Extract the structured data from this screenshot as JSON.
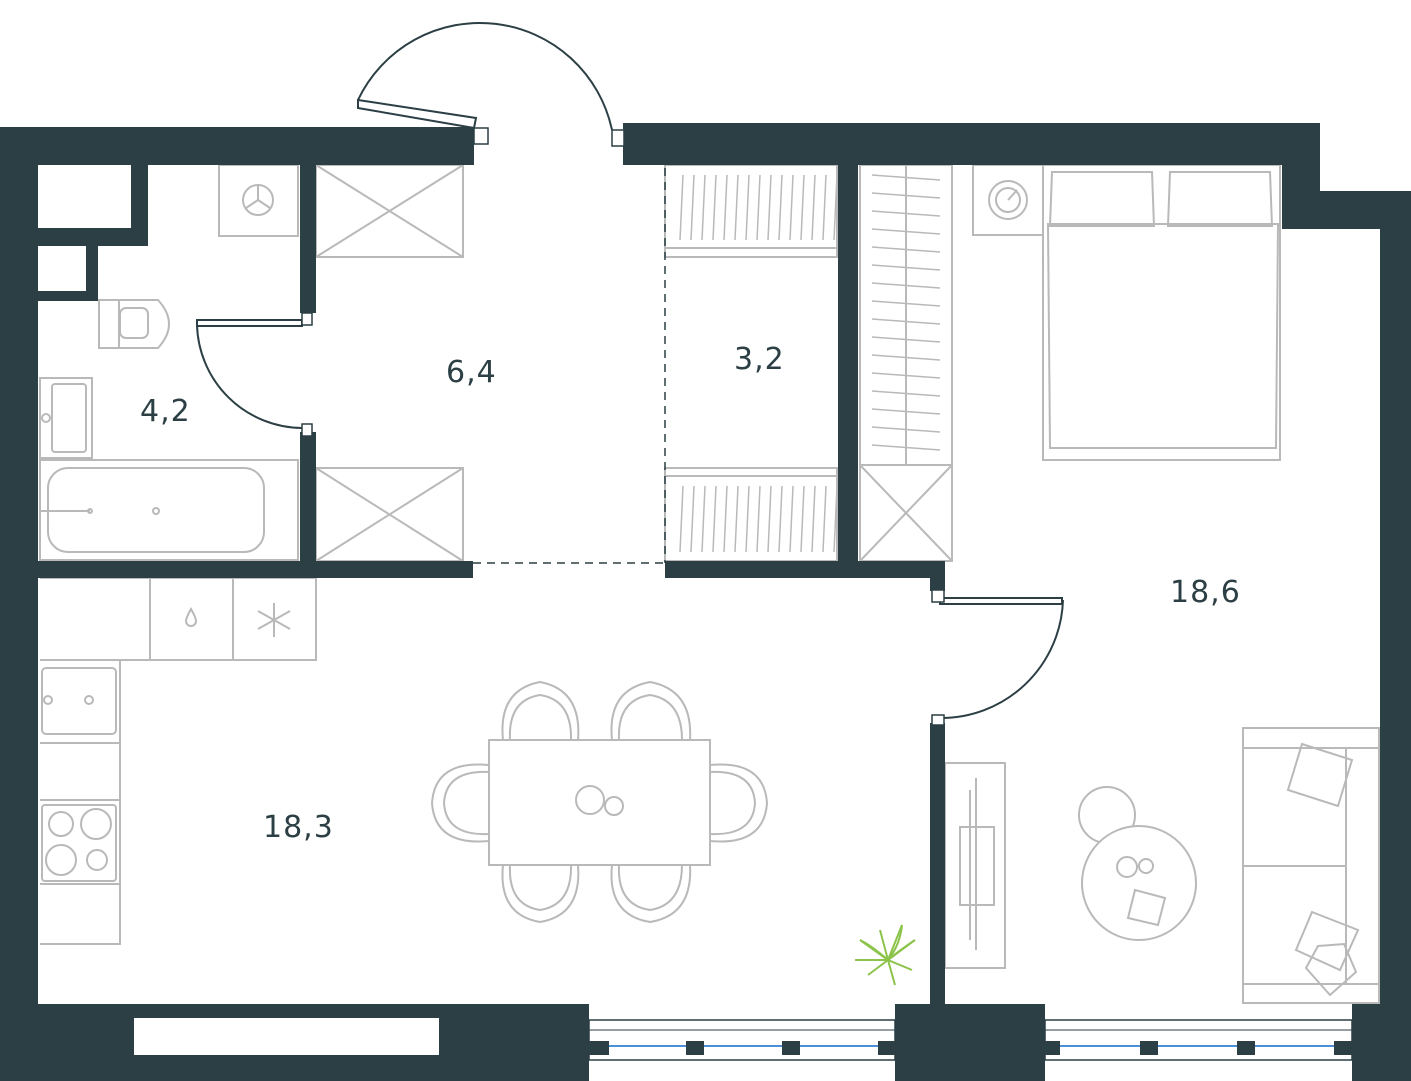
{
  "rooms": [
    {
      "id": "bathroom",
      "area": "4,2"
    },
    {
      "id": "hallway",
      "area": "6,4"
    },
    {
      "id": "wardrobe",
      "area": "3,2"
    },
    {
      "id": "kitchen_living",
      "area": "18,3"
    },
    {
      "id": "bedroom",
      "area": "18,6"
    }
  ],
  "colors": {
    "wall": "#2b3f44",
    "furniture": "#b9b9b9",
    "window_glass": "#4a90d9",
    "plant": "#8cc34a",
    "label": "#2b3f44"
  },
  "icons": {
    "front_door": "door-swing-icon",
    "water_heater": "boiler-icon",
    "refrigerator_tap": "water-drop-icon",
    "freezer": "snowflake-icon",
    "plant": "plant-icon"
  }
}
